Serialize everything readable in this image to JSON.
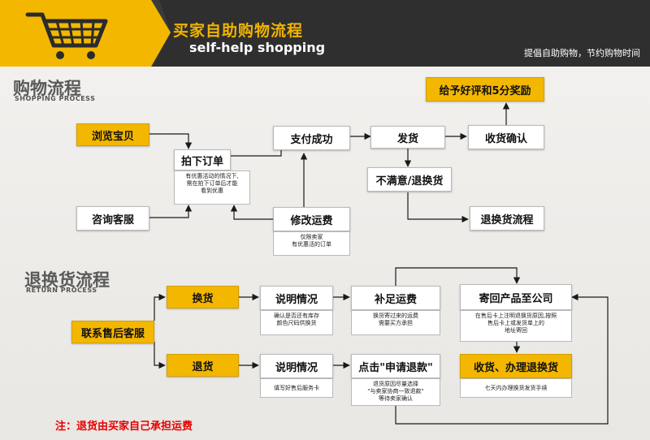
{
  "header": {
    "title_cn": "买家自助购物流程",
    "title_en": "self-help shopping",
    "slogan": "提倡自助购物，节约购物时间",
    "cart_icon": "shopping-cart-icon"
  },
  "shopping": {
    "section_cn": "购物流程",
    "section_en": "SHOPPING PROCESS",
    "browse": "浏览宝贝",
    "consult": "咨询客服",
    "order": "拍下订单",
    "order_note": [
      "有优惠活动的情况下,",
      "需在拍下订单后才能",
      "看到优惠"
    ],
    "pay": "支付成功",
    "modify": "修改运费",
    "modify_note": [
      "仅限卖家",
      "有优惠活的订单"
    ],
    "ship": "发货",
    "receive": "收货确认",
    "reward": "给予好评和5分奖励",
    "unsatisfied": "不满意/退换货",
    "return_flow": "退换货流程"
  },
  "return": {
    "section_cn": "退换货流程",
    "section_en": "RETURN PROCESS",
    "contact": "联系售后客服",
    "exchange": "换货",
    "explain1": "说明情况",
    "explain1_note": [
      "确认是否还有库存",
      "颜色尺码供换货"
    ],
    "pay_extra": "补足运费",
    "pay_extra_note": [
      "换货寄过来的运费",
      "需要买方承担"
    ],
    "send_back": "寄回产品至公司",
    "send_back_note": [
      "在售后卡上注明退换货原因,按照",
      "售后卡上或发货单上的",
      "地址寄回"
    ],
    "refund": "退货",
    "explain2": "说明情况",
    "explain2_note": [
      "填写好售后服务卡"
    ],
    "apply_refund": "点击\"申请退款\"",
    "apply_refund_note": [
      "退货原因尽量选择",
      "\"与卖家协商一致退款\"",
      "等待卖家确认"
    ],
    "receive_process": "收货、办理退换货",
    "receive_process_note": [
      "七天内办理换货发货手续"
    ]
  },
  "footnote": "注：退货由买家自己承担运费",
  "colors": {
    "accent": "#f3b700",
    "header": "#3b3b3b",
    "warning": "#e60000"
  }
}
